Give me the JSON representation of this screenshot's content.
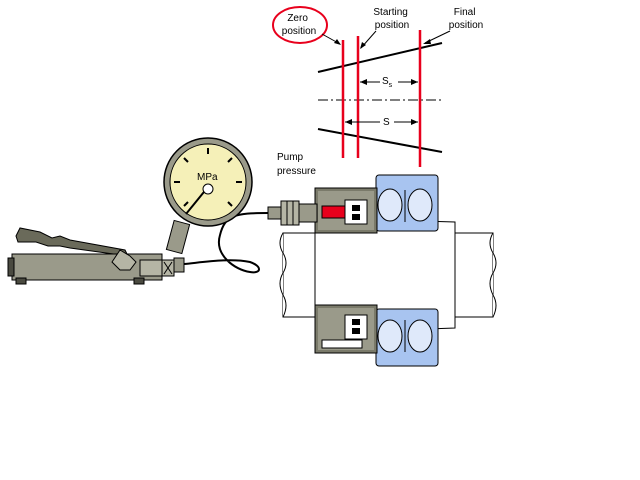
{
  "labels": {
    "zero_position": [
      "Zero",
      "position"
    ],
    "starting_position": [
      "Starting",
      "position"
    ],
    "final_position": [
      "Final",
      "position"
    ],
    "pump_pressure": [
      "Pump",
      "pressure"
    ],
    "gauge_unit": "MPa",
    "s_small": "S",
    "s_small_subscript": "s",
    "s_total": "S"
  },
  "colors": {
    "red": "#e8001c",
    "gauge_face": "#f5f0b8",
    "body_grey": "#9a9a8a",
    "bearing_blue": "#a8c4f0",
    "dark_grey": "#4a4a40"
  }
}
